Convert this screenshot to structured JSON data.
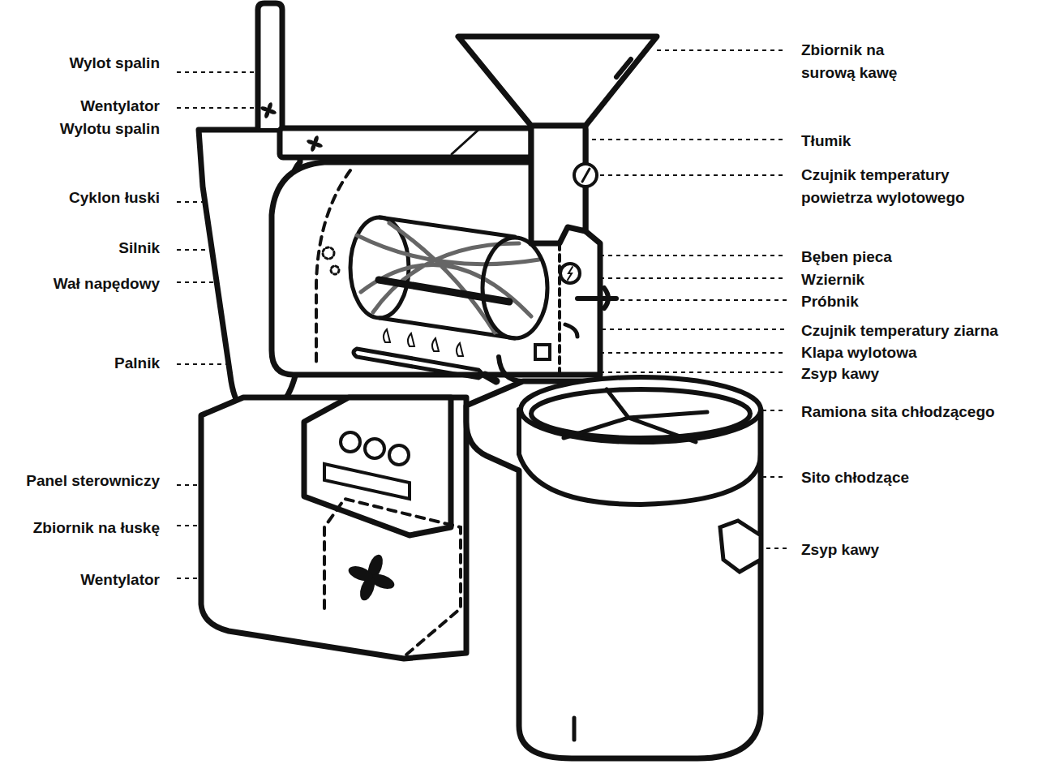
{
  "diagram": {
    "labels": [
      "Wylot spalin",
      "Wentylator Wylotu spalin",
      "Cyklon łuski",
      "Silnik",
      "Wał napędowy",
      "Palnik",
      "Panel sterowniczy",
      "Zbiornik na łuskę",
      "Wentylator",
      "Zbiornik na surową kawę",
      "Tłumik",
      "Czujnik temperatury powietrza wylotowego",
      "Bęben pieca",
      "Wziernik",
      "Próbnik",
      "Czujnik temperatury ziarna",
      "Klapa wylotowa",
      "Zsyp kawy",
      "Ramiona sita chłodzącego",
      "Sito chłodzące",
      "Zsyp kawy"
    ]
  }
}
